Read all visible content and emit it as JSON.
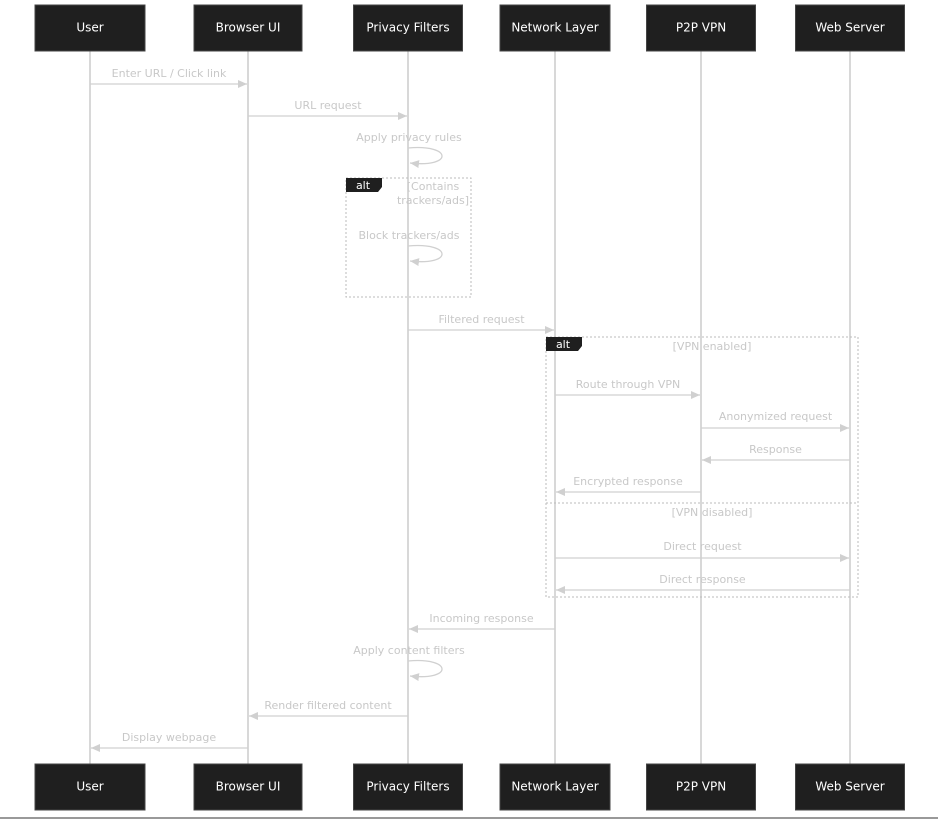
{
  "participants": [
    "User",
    "Browser UI",
    "Privacy Filters",
    "Network Layer",
    "P2P VPN",
    "Web Server"
  ],
  "messages": [
    {
      "from": 0,
      "to": 1,
      "label": "Enter URL / Click link"
    },
    {
      "from": 1,
      "to": 2,
      "label": "URL request"
    },
    {
      "from": 2,
      "to": 2,
      "label": "Apply privacy rules"
    },
    {
      "from": 2,
      "to": 2,
      "label": "Block trackers/ads"
    },
    {
      "from": 2,
      "to": 3,
      "label": "Filtered request"
    },
    {
      "from": 3,
      "to": 4,
      "label": "Route through VPN"
    },
    {
      "from": 4,
      "to": 5,
      "label": "Anonymized request"
    },
    {
      "from": 5,
      "to": 4,
      "label": "Response"
    },
    {
      "from": 4,
      "to": 3,
      "label": "Encrypted response"
    },
    {
      "from": 3,
      "to": 5,
      "label": "Direct request"
    },
    {
      "from": 5,
      "to": 3,
      "label": "Direct response"
    },
    {
      "from": 3,
      "to": 2,
      "label": "Incoming response"
    },
    {
      "from": 2,
      "to": 2,
      "label": "Apply content filters"
    },
    {
      "from": 2,
      "to": 1,
      "label": "Render filtered content"
    },
    {
      "from": 1,
      "to": 0,
      "label": "Display webpage"
    }
  ],
  "alt_blocks": [
    {
      "keyword": "alt",
      "conditions": [
        [
          "[Contains",
          "trackers/ads]"
        ]
      ]
    },
    {
      "keyword": "alt",
      "conditions": [
        [
          "[VPN enabled]"
        ],
        [
          "[VPN disabled]"
        ]
      ]
    }
  ],
  "colors": {
    "actor_fill": "#1f1f1f",
    "line": "#cccccc",
    "text": "#c8c8c8"
  }
}
